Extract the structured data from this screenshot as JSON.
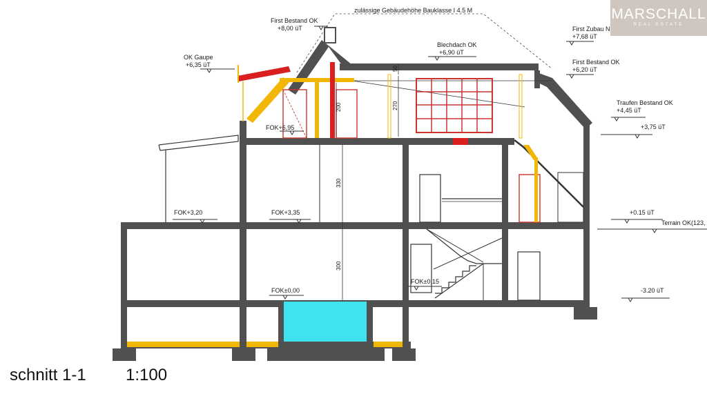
{
  "title": "schnitt 1-1",
  "scale": "1:100",
  "logo": {
    "name": "MARSCHALL",
    "sub": "REAL ESTATE"
  },
  "colors": {
    "wall": "#505050",
    "new_construction": "#f2b705",
    "demolition": "#d91f1f",
    "pool_water": "#3fe3f0",
    "logo_bg": "#cfc7bf"
  },
  "labels": {
    "height_limit": "zulässige Gebäudehöhe Bauklasse I 4.5 M",
    "first_bestand": "First Bestand  OK",
    "first_bestand_val": "+8,00 üT",
    "ok_gaupe": "OK Gaupe",
    "ok_gaupe_val": "+6,35 üT",
    "blechdach": "Blechdach  OK",
    "blechdach_val": "+6,90 üT",
    "first_zubau": "First Zubau Neu  OK",
    "first_zubau_val": "+7,68 üT",
    "first_bestand2": "First Bestand  OK",
    "first_bestand2_val": "+6,20 üT",
    "traufen": "Traufen Bestand  OK",
    "traufen_val": "+4,45 üT",
    "lvl_375": "+3,75 üT",
    "fok_695": "FOK+6,95",
    "fok_320": "FOK+3,20",
    "fok_335": "FOK+3,35",
    "lvl_015": "+0.15 üT",
    "terrain": "Terrain OK(123,",
    "fok_000": "FOK±0,00",
    "fok_015": "FOK±0,15",
    "lvl_m320": "-3.20 üT"
  },
  "dims": {
    "d50": "50",
    "d200": "200",
    "d270": "270",
    "d330": "330",
    "d300": "300"
  }
}
